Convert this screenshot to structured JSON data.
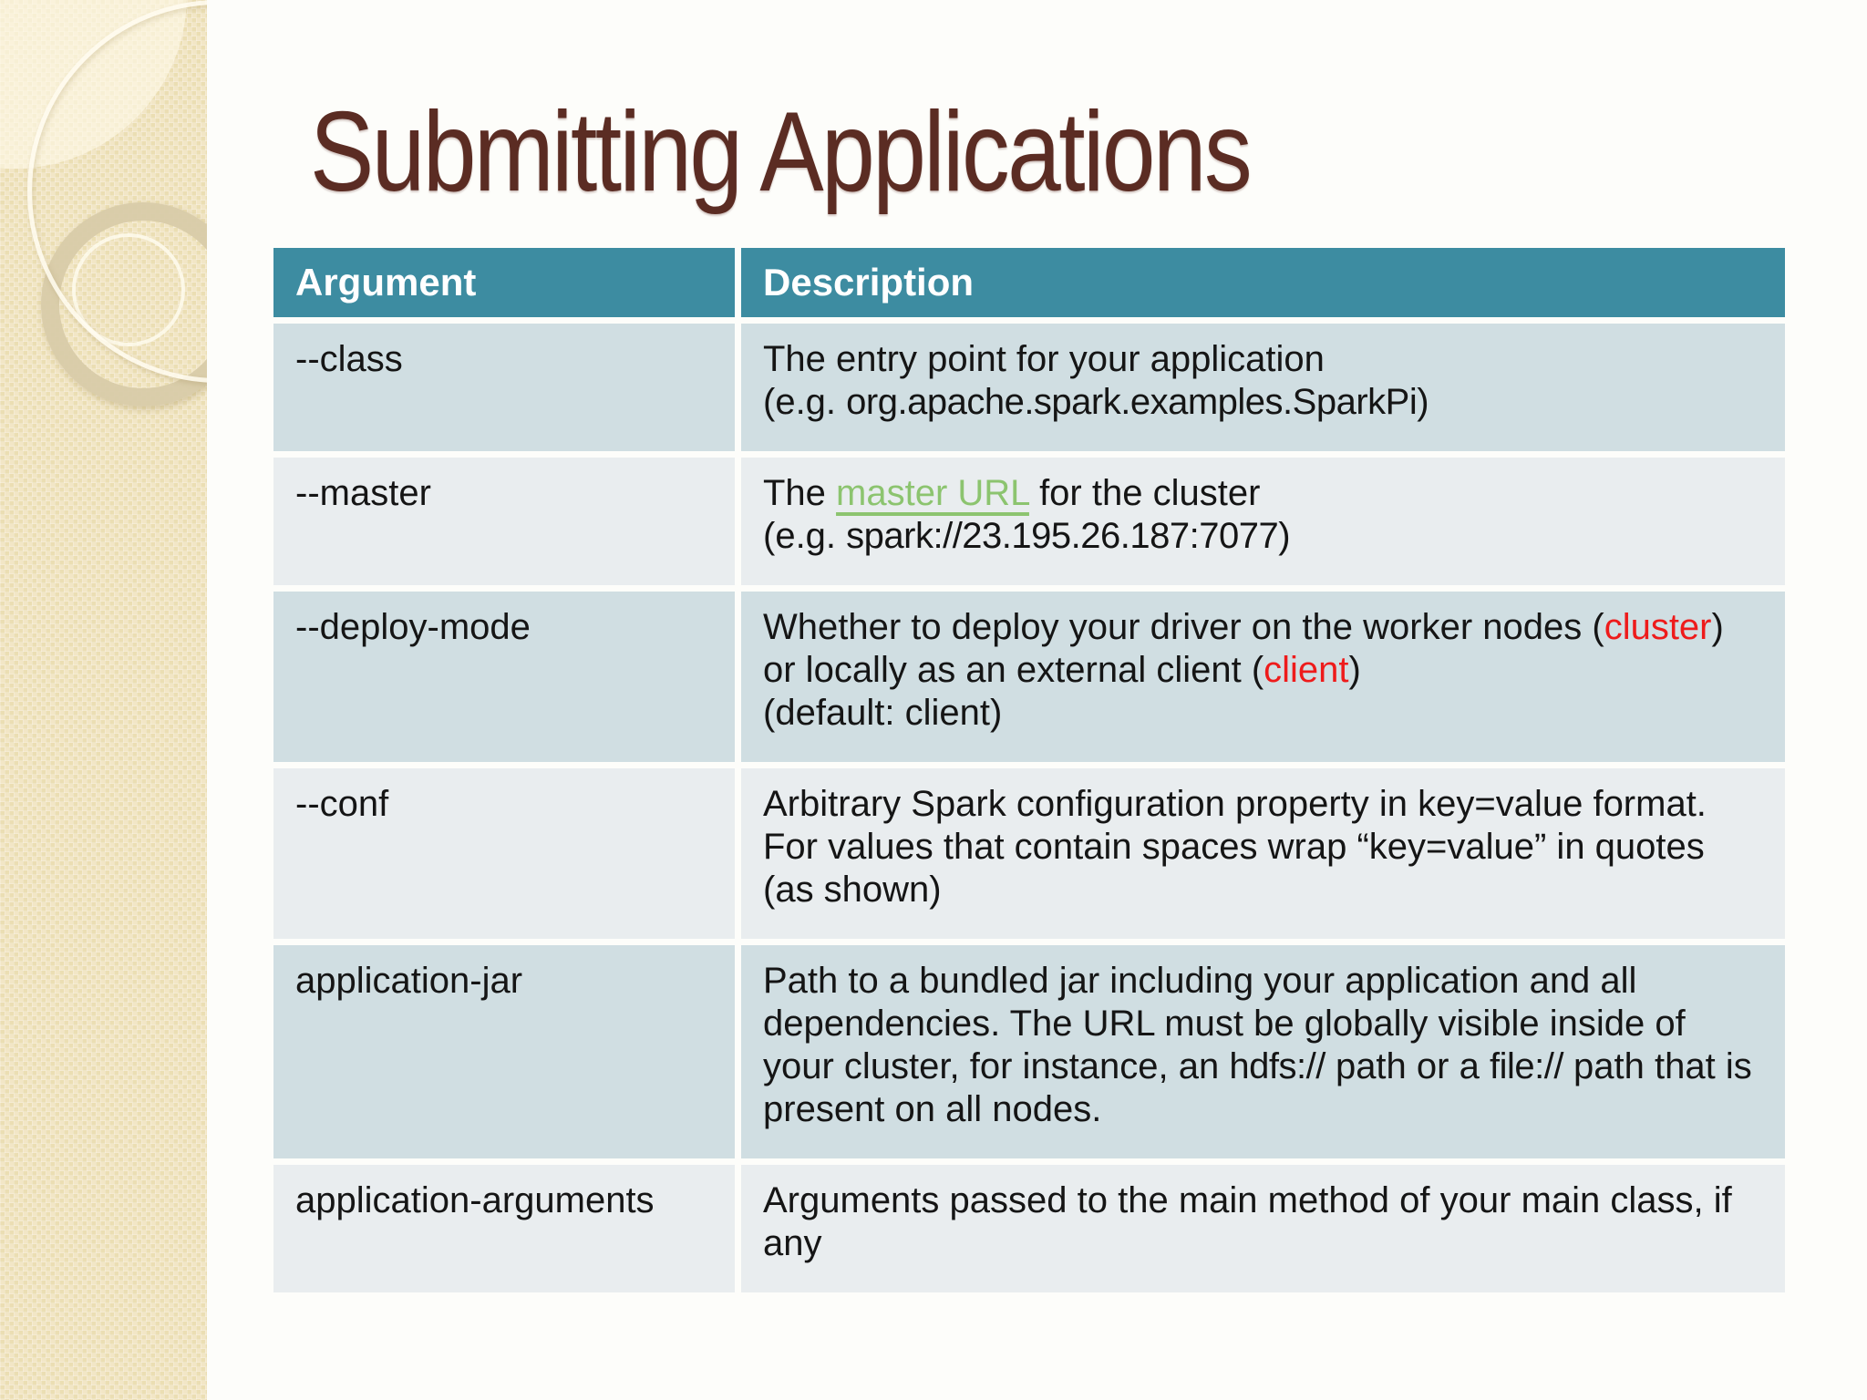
{
  "slide": {
    "title": "Submitting Applications"
  },
  "table": {
    "headers": [
      {
        "label": "Argument"
      },
      {
        "label": "Description"
      }
    ],
    "rows": [
      {
        "argument": "--class",
        "description": [
          {
            "style": "normal",
            "text": "The entry point for your application"
          },
          {
            "style": "br"
          },
          {
            "style": "normal",
            "text": "(e.g. "
          },
          {
            "style": "code",
            "text": "org.apache.spark.examples.SparkPi"
          },
          {
            "style": "normal",
            "text": ")"
          }
        ]
      },
      {
        "argument": "--master",
        "description": [
          {
            "style": "normal",
            "text": "The "
          },
          {
            "style": "link",
            "text": "master URL"
          },
          {
            "style": "normal",
            "text": " for the cluster"
          },
          {
            "style": "br"
          },
          {
            "style": "normal",
            "text": "(e.g. "
          },
          {
            "style": "code",
            "text": "spark://23.195.26.187:7077"
          },
          {
            "style": "normal",
            "text": ")"
          }
        ]
      },
      {
        "argument": "--deploy-mode",
        "description": [
          {
            "style": "normal",
            "text": "Whether to deploy your driver on the worker nodes ("
          },
          {
            "style": "red",
            "text": "cluster"
          },
          {
            "style": "normal",
            "text": ") or locally as an external client ("
          },
          {
            "style": "red",
            "text": "client"
          },
          {
            "style": "normal",
            "text": ")"
          },
          {
            "style": "br"
          },
          {
            "style": "normal",
            "text": "(default: client)"
          }
        ]
      },
      {
        "argument": "--conf",
        "description": [
          {
            "style": "normal",
            "text": "Arbitrary Spark configuration property in key=value format. For values that contain spaces wrap “key=value” in quotes (as shown)"
          }
        ]
      },
      {
        "argument": "application-jar",
        "description": [
          {
            "style": "normal",
            "text": "Path to a bundled jar including your application and all dependencies. The URL must be globally visible inside of your cluster, for instance, an "
          },
          {
            "style": "code",
            "text": "hdfs://"
          },
          {
            "style": "normal",
            "text": " path or a "
          },
          {
            "style": "code",
            "text": "file://"
          },
          {
            "style": "normal",
            "text": " path that is present on all nodes."
          }
        ]
      },
      {
        "argument": "application-arguments",
        "description": [
          {
            "style": "normal",
            "text": "Arguments passed to the main method of your main class, if any"
          }
        ]
      }
    ]
  },
  "colors": {
    "title_text": "#5B2C23",
    "header_bg": "#3D8CA1",
    "header_text": "#FFFFFF",
    "row_dark_bg": "#D0DEE2",
    "row_light_bg": "#E9EDEF",
    "link_green": "#8CC46F",
    "highlight_red": "#EE1B1B",
    "sidebar_beige": "#EFE2BB"
  }
}
